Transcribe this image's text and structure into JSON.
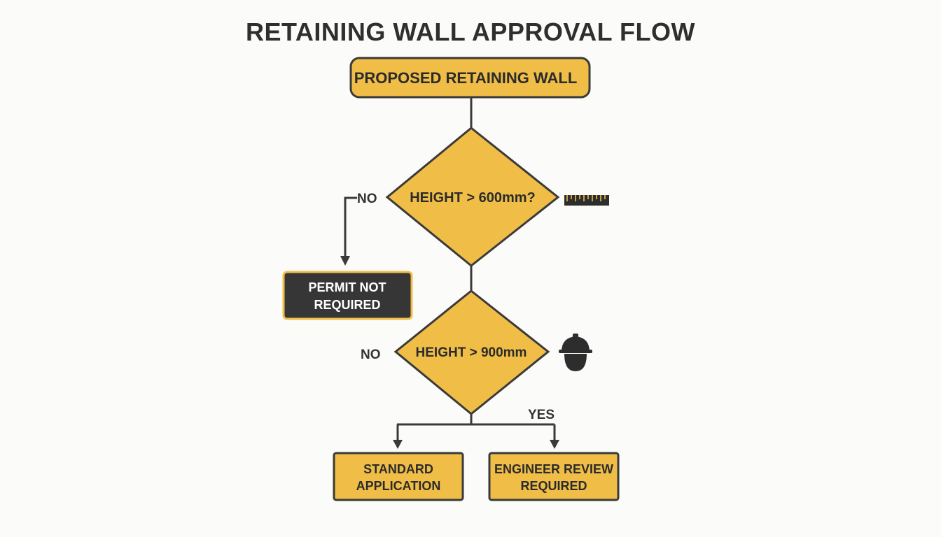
{
  "title": "RETAINING WALL APPROVAL FLOW",
  "colors": {
    "node_fill": "#f0bd47",
    "node_stroke": "#3a3a3a",
    "dark_fill": "#363636",
    "dark_stroke": "#f0bd47",
    "line": "#3a3a3a",
    "background": "#fbfbf9"
  },
  "nodes": {
    "start": {
      "label": "PROPOSED RETAINING WALL"
    },
    "decision_600": {
      "label": "HEIGHT > 600mm?",
      "icon": "ruler-icon"
    },
    "permit_not_required": {
      "line1": "PERMIT NOT",
      "line2": "REQUIRED"
    },
    "decision_900": {
      "label": "HEIGHT > 900mm",
      "icon": "hard-hat-worker-icon"
    },
    "standard_application": {
      "line1": "STANDARD",
      "line2": "APPLICATION"
    },
    "engineer_review": {
      "line1": "ENGINEER REVIEW",
      "line2": "REQUIRED"
    }
  },
  "edge_labels": {
    "no_600": "NO",
    "no_900": "NO",
    "yes_900": "YES"
  }
}
